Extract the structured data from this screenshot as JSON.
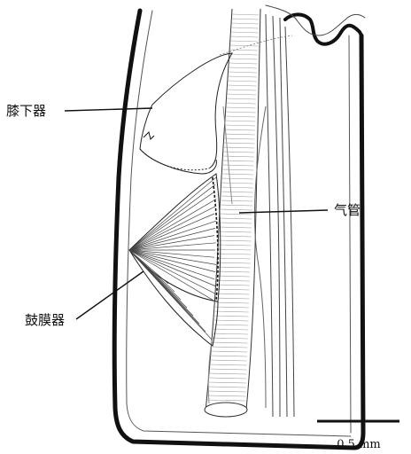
{
  "labels": {
    "subgenual_organ": "膝下器",
    "trachea": "气管",
    "tympanal_organ": "鼓膜器"
  },
  "scale_bar": {
    "text": "0.5 mm"
  },
  "colors": {
    "ink": "#111111",
    "background": "#ffffff"
  }
}
